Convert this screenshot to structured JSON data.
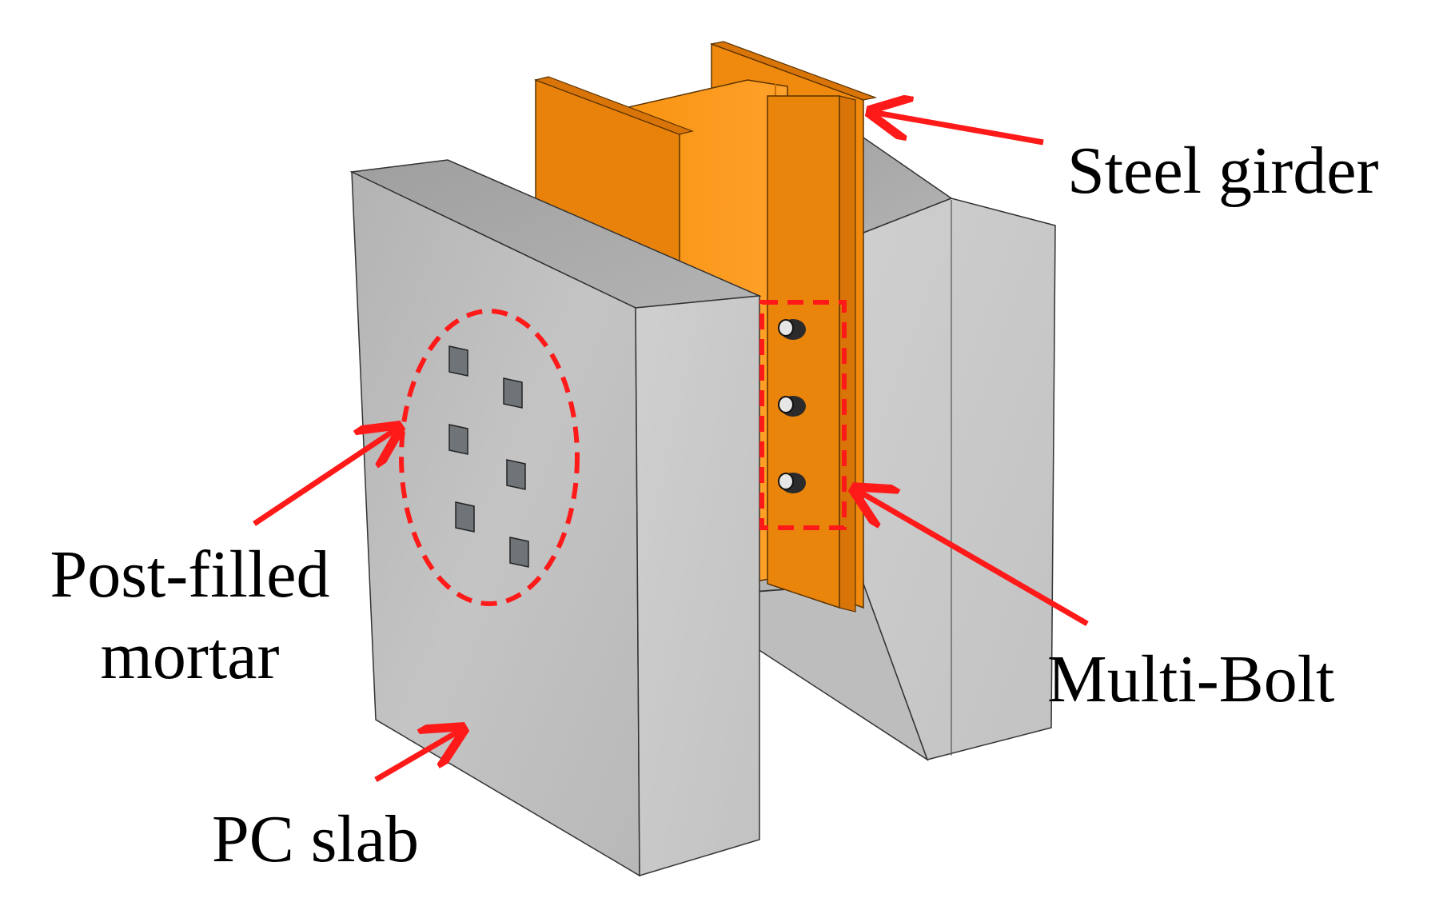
{
  "labels": {
    "steel_girder": "Steel girder",
    "multi_bolt": "Multi-Bolt",
    "pc_slab": "PC slab",
    "post_filled_line1": "Post-filled",
    "post_filled_line2": "mortar"
  },
  "colors": {
    "concrete_front": "#b9b9b9",
    "concrete_side": "#c9c9c9",
    "concrete_top": "#a7a7a7",
    "steel_orange": "#f08a0e",
    "steel_orange_light": "#ff9a1c",
    "steel_orange_dark": "#d97508",
    "annotation_red": "#ff1a1a",
    "mortar_square": "#6f7478",
    "bolt": "#2b2b2b"
  }
}
